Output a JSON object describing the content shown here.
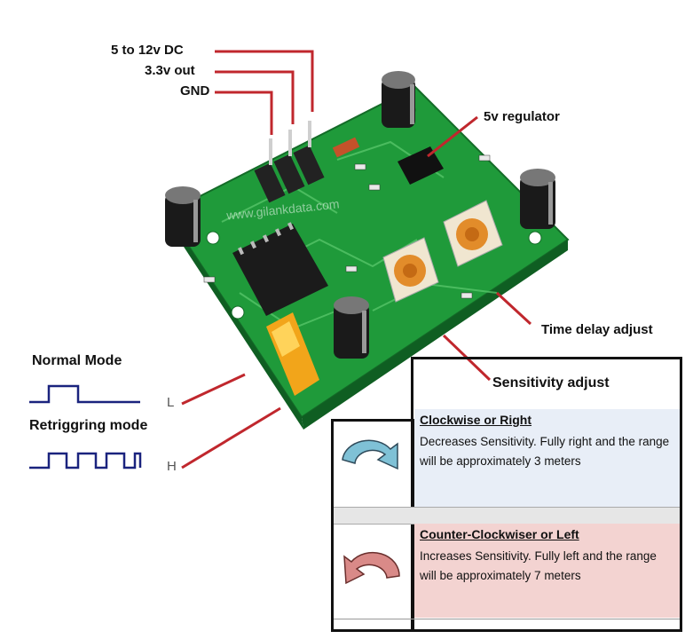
{
  "labels": {
    "power": "5 to 12v DC",
    "out": "3.3v out",
    "gnd": "GND",
    "regulator": "5v regulator",
    "time_delay": "Time delay adjust",
    "sensitivity": "Sensitivity adjust",
    "watermark": "www.gilankdata.com"
  },
  "modes": {
    "normal": "Normal Mode",
    "retrigger": "Retriggring mode",
    "pin_l": "L",
    "pin_h": "H"
  },
  "table": {
    "clockwise": {
      "title": "Clockwise or Right",
      "description": "Decreases Sensitivity.  Fully right and the range will be approximately 3 meters",
      "color": "#e8eef7",
      "icon_color": "#7fc1d6"
    },
    "counter": {
      "title": "Counter-Clockwiser or Left",
      "description": "Increases Sensitivity.  Fully left and the range will be approximately 7 meters",
      "color": "#f3d3d1",
      "icon_color": "#d98a88"
    }
  },
  "colors": {
    "pcb": "#1f9a3a",
    "leader": "#c0272d",
    "waveform": "#1a237e"
  }
}
